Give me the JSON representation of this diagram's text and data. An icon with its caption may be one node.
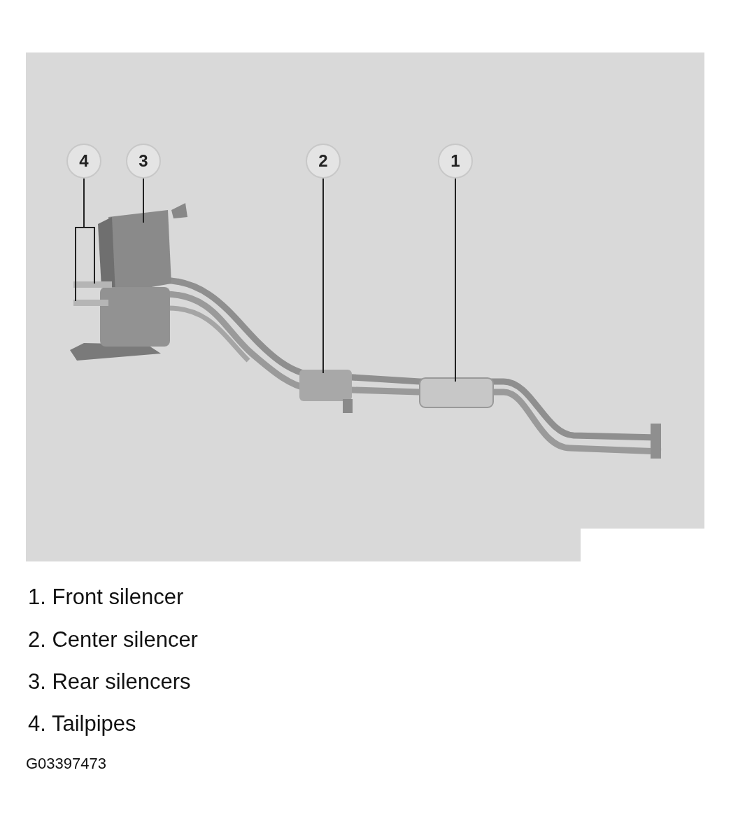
{
  "diagram": {
    "nodes": [
      {
        "text": [
          "4"
        ]
      },
      {
        "text": [
          "3"
        ]
      },
      {
        "text": [
          "2"
        ]
      },
      {
        "text": [
          "1"
        ]
      }
    ],
    "edges": [
      {
        "from": 0,
        "to": null,
        "arrow": "none"
      },
      {
        "from": 0,
        "to": null,
        "arrow": "none"
      },
      {
        "from": 1,
        "to": null,
        "arrow": "none"
      },
      {
        "from": 2,
        "to": null,
        "arrow": "none"
      },
      {
        "from": 3,
        "to": null,
        "arrow": "none"
      }
    ],
    "labels": [
      "1. Front silencer",
      "2. Center silencer",
      "3. Rear silencers",
      "4. Tailpipes",
      "G03397473"
    ]
  }
}
